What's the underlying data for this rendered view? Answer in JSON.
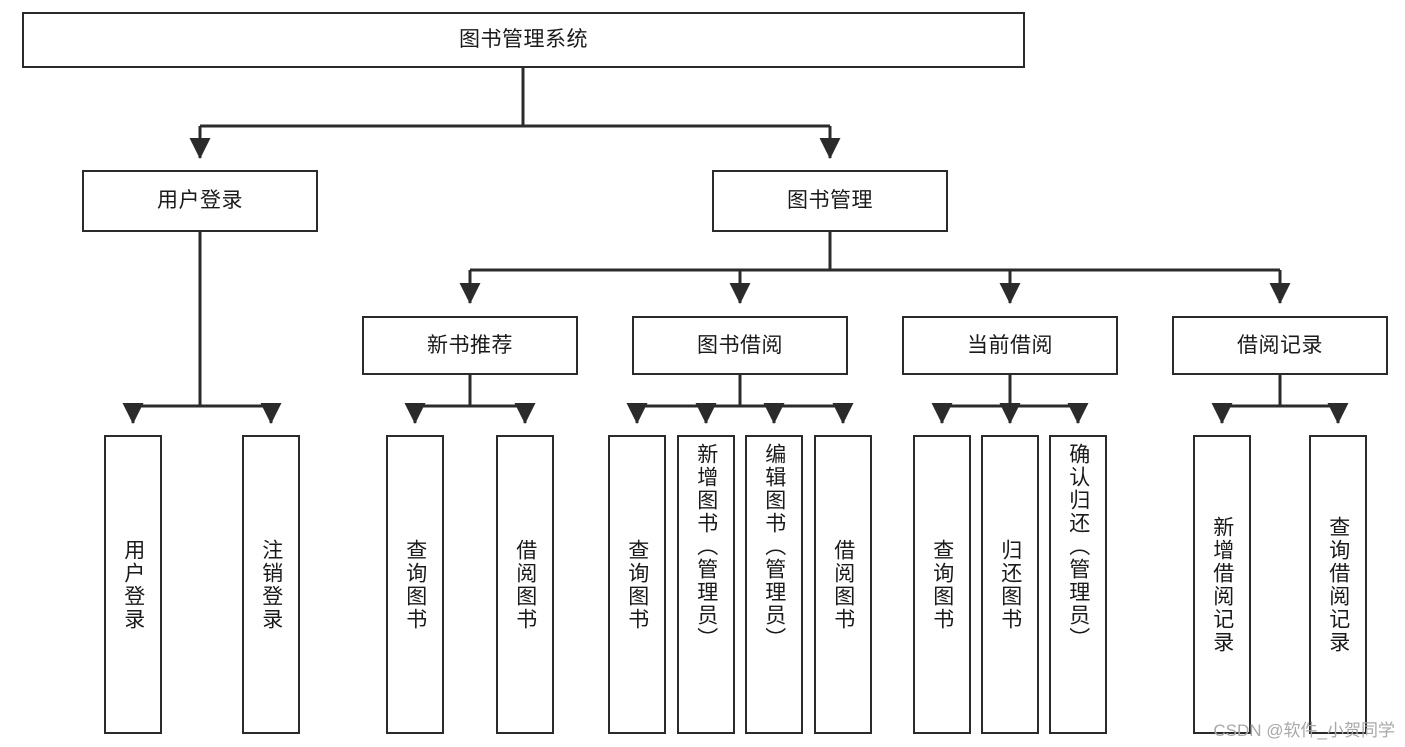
{
  "diagram": {
    "title": "图书管理系统",
    "type": "tree-hierarchy",
    "watermark": "CSDN @软件_小贺同学",
    "colors": {
      "border": "#2b2b2b",
      "background": "#ffffff",
      "text": "#1a1a1a",
      "edge": "#2b2b2b",
      "watermark": "#a8a8a8"
    },
    "root": {
      "label": "图书管理系统"
    },
    "level2": [
      {
        "label": "用户登录"
      },
      {
        "label": "图书管理"
      }
    ],
    "level3": [
      {
        "label": "新书推荐"
      },
      {
        "label": "图书借阅"
      },
      {
        "label": "当前借阅"
      },
      {
        "label": "借阅记录"
      }
    ],
    "leaves": {
      "user_login": [
        {
          "label": "用户登录"
        },
        {
          "label": "注销登录"
        }
      ],
      "new_book_recommend": [
        {
          "label": "查询图书"
        },
        {
          "label": "借阅图书"
        }
      ],
      "book_borrow": [
        {
          "label": "查询图书"
        },
        {
          "label": "新增图书（管理员）"
        },
        {
          "label": "编辑图书（管理员）"
        },
        {
          "label": "借阅图书"
        }
      ],
      "current_borrow": [
        {
          "label": "查询图书"
        },
        {
          "label": "归还图书"
        },
        {
          "label": "确认归还（管理员）"
        }
      ],
      "borrow_record": [
        {
          "label": "新增借阅记录"
        },
        {
          "label": "查询借阅记录"
        }
      ]
    }
  }
}
